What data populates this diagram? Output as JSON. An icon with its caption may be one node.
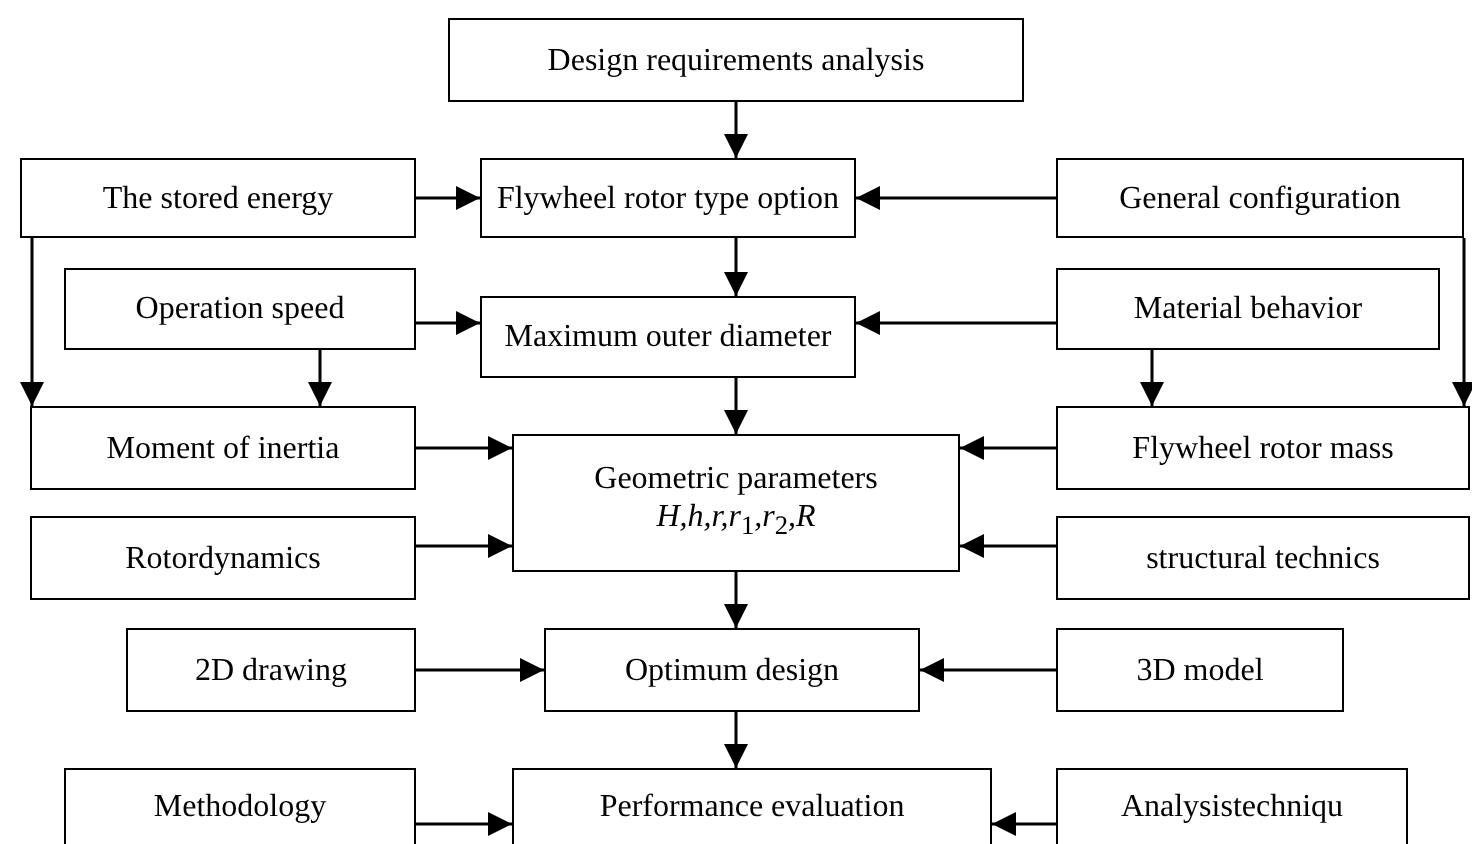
{
  "diagram": {
    "nodes": [
      {
        "text": [
          "Design requirements analysis"
        ]
      },
      {
        "text": [
          "The stored energy"
        ]
      },
      {
        "text": [
          "Flywheel rotor type option"
        ]
      },
      {
        "text": [
          "General configuration"
        ]
      },
      {
        "text": [
          "Operation speed"
        ]
      },
      {
        "text": [
          "Maximum outer diameter"
        ]
      },
      {
        "text": [
          "Material behavior"
        ]
      },
      {
        "text": [
          "Moment of inertia"
        ]
      },
      {
        "text": [
          "Geometric parameters",
          "H,h,r,r$_{1}$,r$_{2}$,R"
        ]
      },
      {
        "text": [
          "Flywheel rotor mass"
        ]
      },
      {
        "text": [
          "Rotordynamics"
        ]
      },
      {
        "text": [
          "structural technics"
        ]
      },
      {
        "text": [
          "2D drawing"
        ]
      },
      {
        "text": [
          "Optimum design"
        ]
      },
      {
        "text": [
          "3D model"
        ]
      },
      {
        "text": [
          "Methodology"
        ]
      },
      {
        "text": [
          "Performance evaluation"
        ]
      },
      {
        "text": [
          "Analysistechniqu"
        ]
      }
    ],
    "edges": [
      {
        "from": 0,
        "to": 2,
        "arrow": "to"
      },
      {
        "from": 1,
        "to": 2,
        "arrow": "to"
      },
      {
        "from": 3,
        "to": 2,
        "arrow": "to"
      },
      {
        "from": 2,
        "to": 5,
        "arrow": "to"
      },
      {
        "from": 4,
        "to": 5,
        "arrow": "to"
      },
      {
        "from": 6,
        "to": 5,
        "arrow": "to"
      },
      {
        "from": 1,
        "to": 7,
        "arrow": "to"
      },
      {
        "from": 4,
        "to": 7,
        "arrow": "to"
      },
      {
        "from": 6,
        "to": 9,
        "arrow": "to"
      },
      {
        "from": 3,
        "to": 9,
        "arrow": "to"
      },
      {
        "from": 5,
        "to": 8,
        "arrow": "to"
      },
      {
        "from": 7,
        "to": 8,
        "arrow": "to"
      },
      {
        "from": 9,
        "to": 8,
        "arrow": "to"
      },
      {
        "from": 10,
        "to": 8,
        "arrow": "to"
      },
      {
        "from": 11,
        "to": 8,
        "arrow": "to"
      },
      {
        "from": 8,
        "to": 13,
        "arrow": "to"
      },
      {
        "from": 12,
        "to": 13,
        "arrow": "to"
      },
      {
        "from": 14,
        "to": 13,
        "arrow": "to"
      },
      {
        "from": 13,
        "to": 16,
        "arrow": "to"
      },
      {
        "from": 15,
        "to": 16,
        "arrow": "to"
      },
      {
        "from": 17,
        "to": 16,
        "arrow": "to"
      }
    ]
  }
}
